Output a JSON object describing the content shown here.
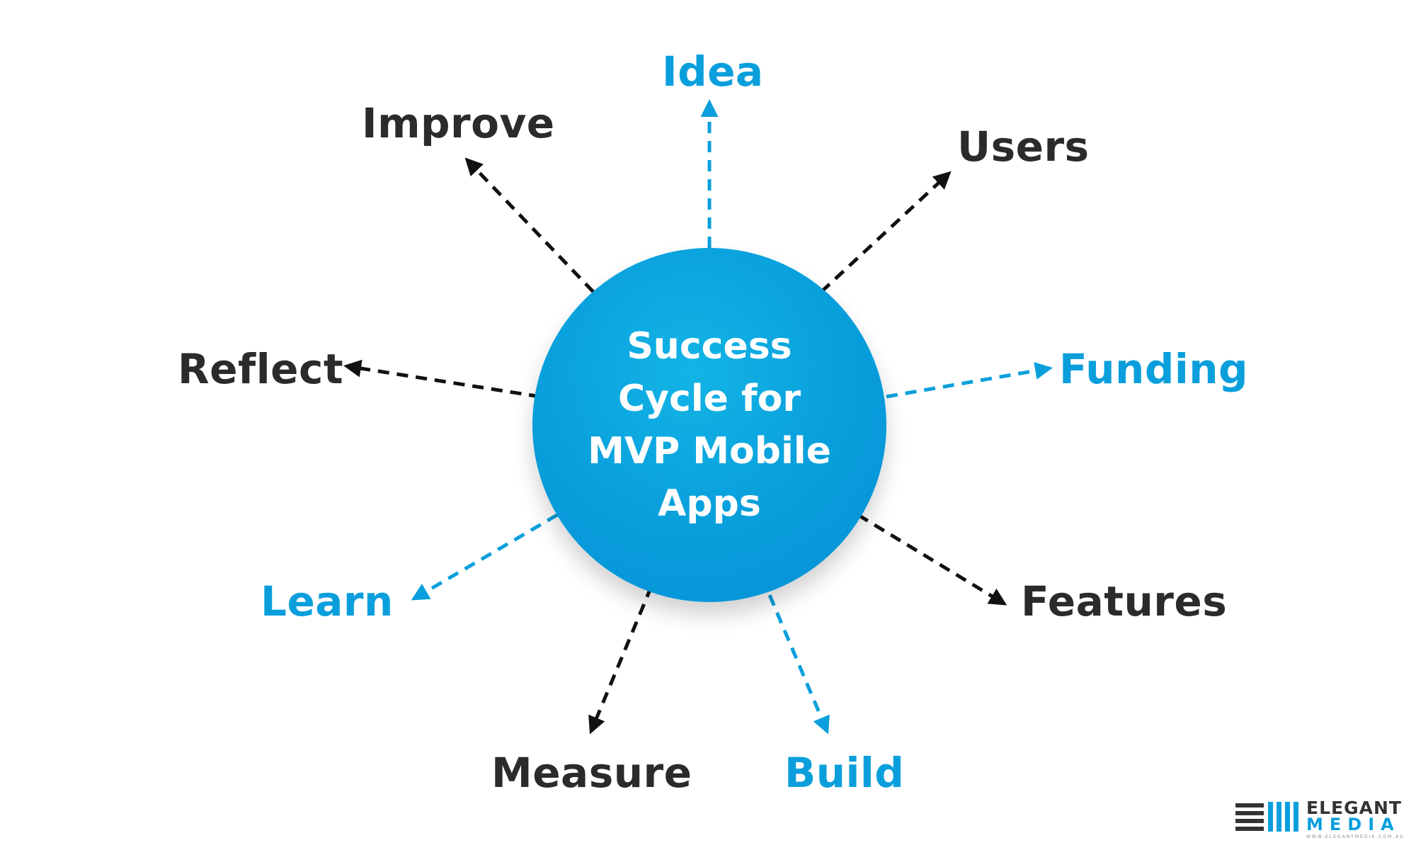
{
  "colors": {
    "accent": "#0a9fdc",
    "dark": "#2b2b2b",
    "hub_fill": "#089ddb",
    "hub_text": "#ffffff"
  },
  "hub": {
    "lines": [
      "Success",
      "Cycle for",
      "MVP Mobile",
      "Apps"
    ]
  },
  "nodes": [
    {
      "id": "idea",
      "label": "Idea",
      "color": "accent"
    },
    {
      "id": "users",
      "label": "Users",
      "color": "dark"
    },
    {
      "id": "funding",
      "label": "Funding",
      "color": "accent"
    },
    {
      "id": "features",
      "label": "Features",
      "color": "dark"
    },
    {
      "id": "build",
      "label": "Build",
      "color": "accent"
    },
    {
      "id": "measure",
      "label": "Measure",
      "color": "dark"
    },
    {
      "id": "learn",
      "label": "Learn",
      "color": "accent"
    },
    {
      "id": "reflect",
      "label": "Reflect",
      "color": "dark"
    },
    {
      "id": "improve",
      "label": "Improve",
      "color": "dark"
    }
  ],
  "logo": {
    "top": "ELEGANT",
    "bottom": "MEDIA",
    "url": "WWW.ELEGANTMEDIA.COM.AU",
    "mark_icon": "elegant-media-bars-logo"
  }
}
